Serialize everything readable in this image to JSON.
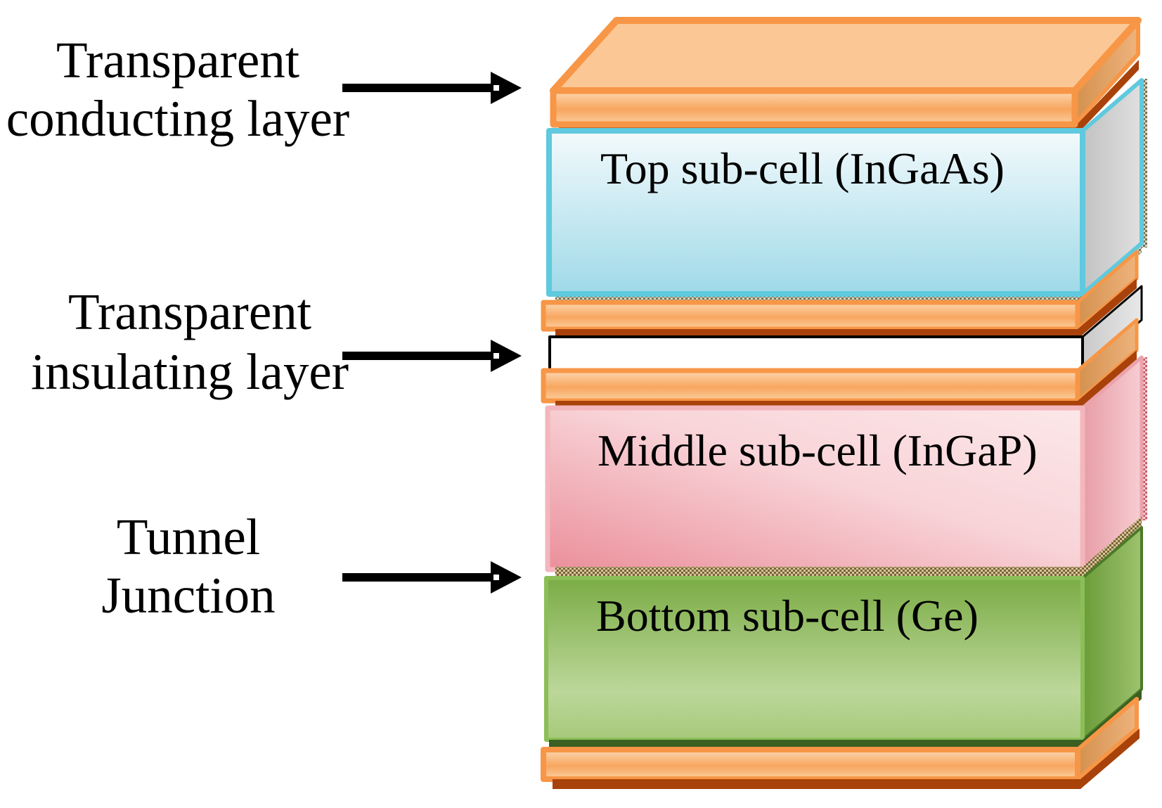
{
  "figure": {
    "annotations": [
      {
        "line1": "Transparent",
        "line2": "conducting layer"
      },
      {
        "line1": "Transparent",
        "line2": "insulating layer"
      },
      {
        "line1": "Tunnel",
        "line2": "Junction"
      }
    ],
    "layers": {
      "top_subcell_label": "Top sub-cell (InGaAs)",
      "middle_subcell_label": "Middle sub-cell (InGaP)",
      "bottom_subcell_label": "Bottom sub-cell (Ge)"
    },
    "colors": {
      "orange_border": "#F79646",
      "orange_fill": "#FBC795",
      "brown_shadow": "#A8420A",
      "cyan_border": "#5FC9DE",
      "blue_fill": "#A4DBE8",
      "pink_border": "#F4B6BD",
      "pink_fill": "#F3A7AF",
      "green_fill": "#8CBE58",
      "green_dark": "#3A5F21",
      "insulator_fill": "#FFFFFF",
      "text": "#000000"
    }
  }
}
